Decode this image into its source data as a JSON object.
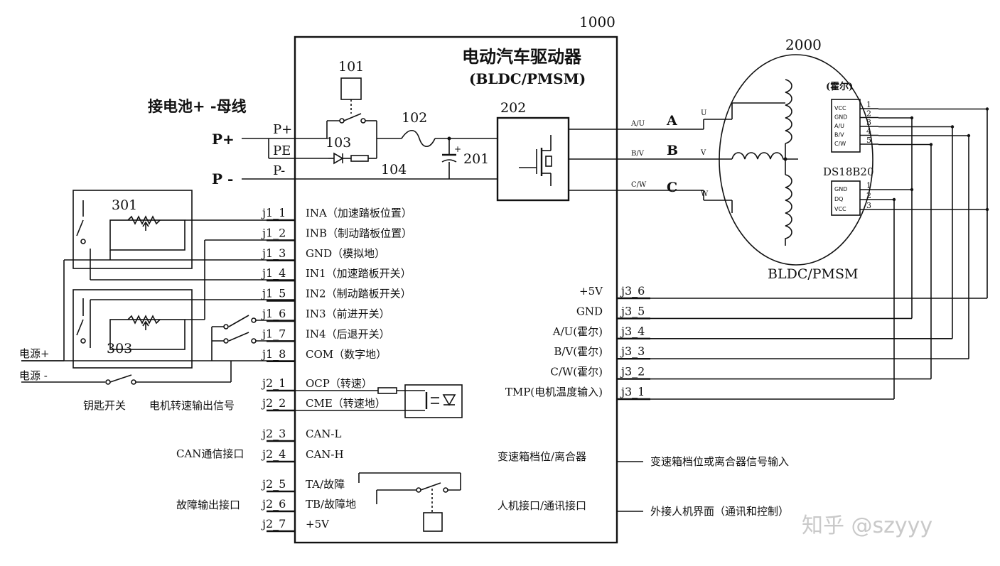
{
  "driver": {
    "ref": "1000",
    "title": "电动汽车驱动器",
    "subtitle": "(BLDC/PMSM)",
    "ref_101": "101",
    "ref_102": "102",
    "ref_103": "103",
    "ref_104": "104",
    "ref_201": "201",
    "ref_202": "202"
  },
  "battery": {
    "caption": "接电池+ -母线",
    "p_plus": "P+",
    "p_minus": "P -",
    "terminal_p_plus": "P+",
    "terminal_pe": "PE",
    "terminal_p_minus": "P-"
  },
  "motor": {
    "ref": "2000",
    "name": "BLDC/PMSM",
    "hall_title": "(霍尔)",
    "hall_pins": [
      "VCC",
      "GND",
      "A/U",
      "B/V",
      "C/W"
    ],
    "hall_pin_numbers": [
      "1",
      "2",
      "3",
      "4",
      "5"
    ],
    "temp_title": "DS18B20",
    "temp_pins": [
      "GND",
      "DQ",
      "VCC"
    ],
    "temp_pin_numbers": [
      "1",
      "2",
      "3"
    ],
    "phase_wires": [
      "A/U",
      "B/V",
      "C/W"
    ],
    "phases": [
      "A",
      "B",
      "C"
    ],
    "windings": [
      "U",
      "V",
      "W"
    ]
  },
  "pedals": {
    "ref_301": "301",
    "ref_303": "303"
  },
  "j1": [
    {
      "pin": "j1_1",
      "label": "INA（加速踏板位置）"
    },
    {
      "pin": "j1_2",
      "label": "INB（制动踏板位置）"
    },
    {
      "pin": "j1_3",
      "label": "GND（模拟地）"
    },
    {
      "pin": "j1_4",
      "label": "IN1（加速踏板开关）"
    },
    {
      "pin": "j1_5",
      "label": "IN2（制动踏板开关）"
    },
    {
      "pin": "j1_6",
      "label": "IN3（前进开关）"
    },
    {
      "pin": "j1_7",
      "label": "IN4（后退开关）"
    },
    {
      "pin": "j1_8",
      "label": "COM（数字地）"
    }
  ],
  "j2": [
    {
      "pin": "j2_1",
      "label": "OCP（转速）"
    },
    {
      "pin": "j2_2",
      "label": "CME（转速地）"
    },
    {
      "pin": "j2_3",
      "label": "CAN-L"
    },
    {
      "pin": "j2_4",
      "label": "CAN-H"
    },
    {
      "pin": "j2_5",
      "label": "TA/故障"
    },
    {
      "pin": "j2_6",
      "label": "TB/故障地"
    },
    {
      "pin": "j2_7",
      "label": "+5V"
    }
  ],
  "j3": [
    {
      "pin": "j3_6",
      "label": "+5V"
    },
    {
      "pin": "j3_5",
      "label": "GND"
    },
    {
      "pin": "j3_4",
      "label": "A/U(霍尔)"
    },
    {
      "pin": "j3_3",
      "label": "B/V(霍尔)"
    },
    {
      "pin": "j3_2",
      "label": "C/W(霍尔)"
    },
    {
      "pin": "j3_1",
      "label": "TMP(电机温度输入)"
    }
  ],
  "left_labels": {
    "power_plus": "电源+",
    "power_minus": "电源 -",
    "key_switch": "钥匙开关",
    "speed_out": "电机转速输出信号",
    "can_if": "CAN通信接口",
    "fault_if": "故障输出接口"
  },
  "right_labels": {
    "gear_inside": "变速箱档位/离合器",
    "gear_outside": "变速箱档位或离合器信号输入",
    "hmi_inside": "人机接口/通讯接口",
    "hmi_outside": "外接人机界面（通讯和控制）"
  },
  "watermark": "知乎 @szyyy"
}
